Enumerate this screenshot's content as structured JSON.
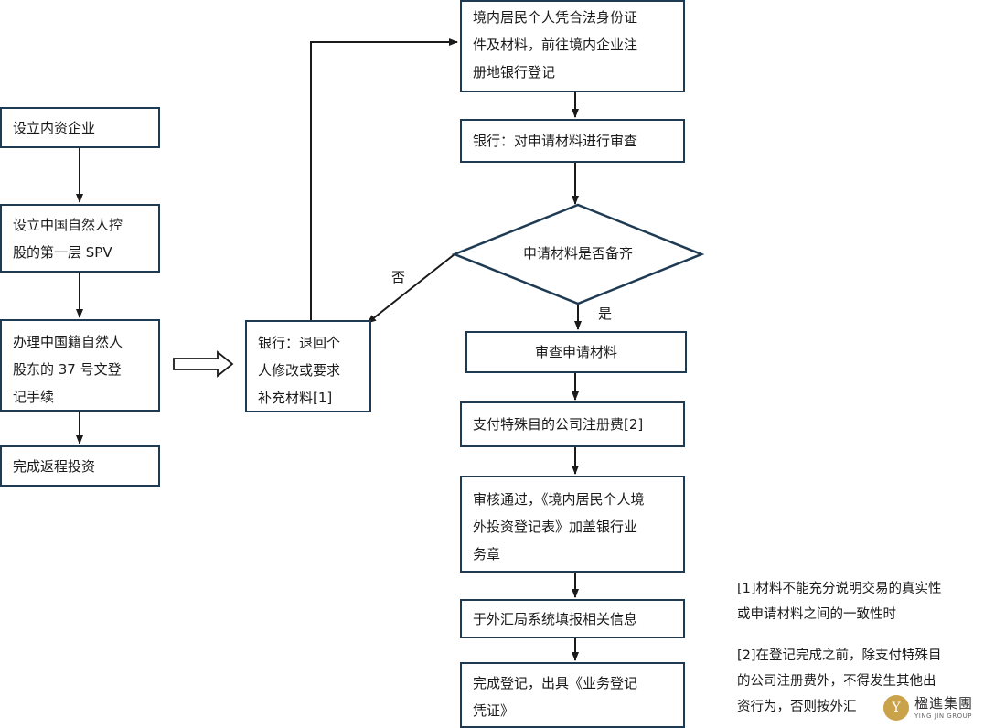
{
  "left_flow": {
    "step1": "设立内资企业",
    "step2": "设立中国自然人控\n股的第一层 SPV",
    "step3": "办理中国籍自然人\n股东的 37 号文登\n记手续",
    "step4": "完成返程投资"
  },
  "bank_return": "银行：退回个\n人修改或要求\n补充材料[1]",
  "right_flow": {
    "apply": "境内居民个人凭合法身份证\n件及材料，前往境内企业注\n册地银行登记",
    "bank_review": "银行：对申请材料进行审查",
    "decision": "申请材料是否备齐",
    "review": "审查申请材料",
    "pay_fee": "支付特殊目的公司注册费[2]",
    "approved": "审核通过，《境内居民个人境\n外投资登记表》加盖银行业\n务章",
    "fill_info": "于外汇局系统填报相关信息",
    "complete": "完成登记，出具《业务登记\n凭证》"
  },
  "edge_labels": {
    "no": "否",
    "yes": "是"
  },
  "notes": {
    "note1": "[1]材料不能充分说明交易的真实性\n或申请材料之间的一致性时",
    "note2": "[2]在登记完成之前，除支付特殊目\n的公司注册费外，不得发生其他出\n资行为，否则按外汇"
  },
  "logo": {
    "mark": "Y",
    "name_cn": "楹進集團",
    "name_en": "YING JIN GROUP"
  },
  "colors": {
    "box_border": "#1f3b53",
    "line": "#1a1a1a"
  }
}
